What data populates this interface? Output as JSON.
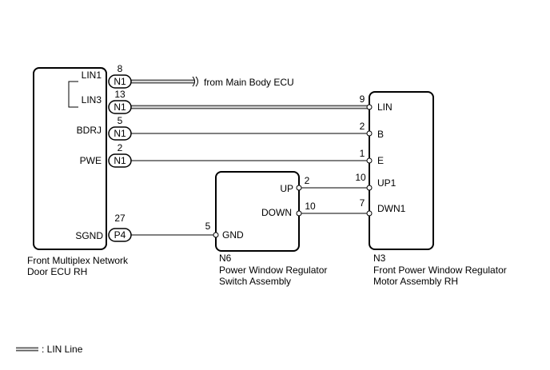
{
  "ecu": {
    "pins": {
      "lin1": {
        "name": "LIN1",
        "connector": "N1",
        "number": "8"
      },
      "lin3": {
        "name": "LIN3",
        "connector": "N1",
        "number": "13"
      },
      "bdrj": {
        "name": "BDRJ",
        "connector": "N1",
        "number": "5"
      },
      "pwe": {
        "name": "PWE",
        "connector": "N1",
        "number": "2"
      },
      "sgnd": {
        "name": "SGND",
        "connector": "P4",
        "number": "27"
      }
    },
    "label_line1": "Front Multiplex Network",
    "label_line2": "Door ECU RH"
  },
  "from_label": "from Main Body ECU",
  "switch": {
    "code": "N6",
    "label_line1": "Power Window Regulator",
    "label_line2": "Switch Assembly",
    "pins": {
      "gnd": {
        "name": "GND",
        "number": "5"
      },
      "up": {
        "name": "UP",
        "number": "2"
      },
      "down": {
        "name": "DOWN",
        "number": "10"
      }
    }
  },
  "motor": {
    "code": "N3",
    "label_line1": "Front Power Window Regulator",
    "label_line2": "Motor Assembly RH",
    "pins": {
      "lin": {
        "name": "LIN",
        "number": "9"
      },
      "b": {
        "name": "B",
        "number": "2"
      },
      "e": {
        "name": "E",
        "number": "1"
      },
      "up1": {
        "name": "UP1",
        "number": "10"
      },
      "dwn1": {
        "name": "DWN1",
        "number": "7"
      }
    }
  },
  "legend": {
    "label": ": LIN Line"
  }
}
